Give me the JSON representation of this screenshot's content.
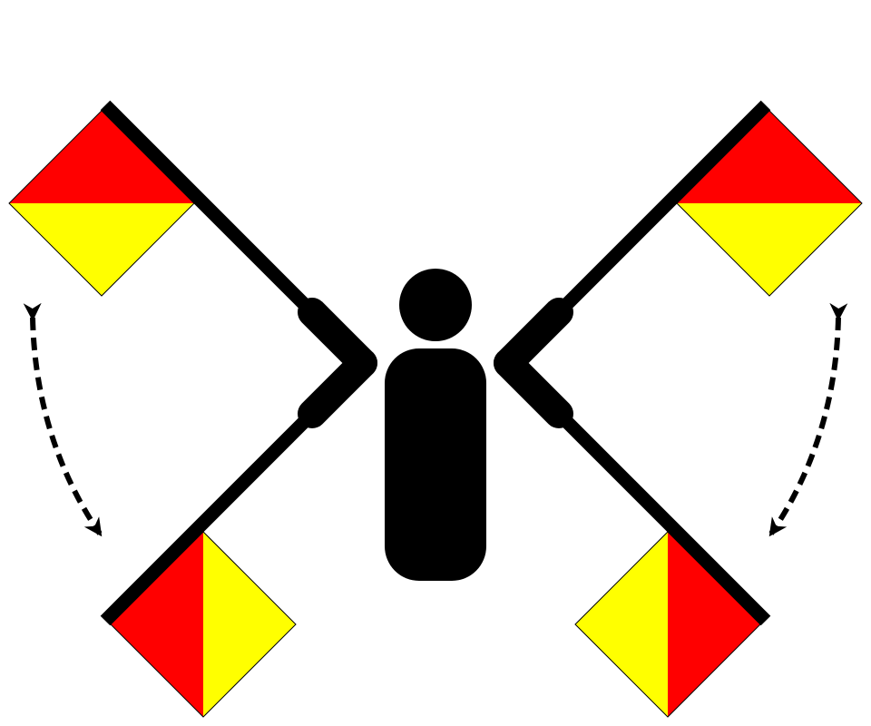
{
  "title": "",
  "colors": {
    "background": "#ffffff",
    "figure": "#000000",
    "flag_red": "#ff0000",
    "flag_yellow": "#ffff00"
  },
  "figure": {
    "icon": "person-icon"
  },
  "arms": [
    {
      "side": "left",
      "position": "upper-left",
      "icon": "semaphore-flag-icon"
    },
    {
      "side": "left",
      "position": "lower-left",
      "icon": "semaphore-flag-icon"
    },
    {
      "side": "right",
      "position": "upper-right",
      "icon": "semaphore-flag-icon"
    },
    {
      "side": "right",
      "position": "lower-right",
      "icon": "semaphore-flag-icon"
    }
  ],
  "motion_arrows": [
    {
      "side": "left",
      "style": "dashed",
      "heads": "both",
      "icon": "double-headed-arrow-icon"
    },
    {
      "side": "right",
      "style": "dashed",
      "heads": "both",
      "icon": "double-headed-arrow-icon"
    }
  ]
}
